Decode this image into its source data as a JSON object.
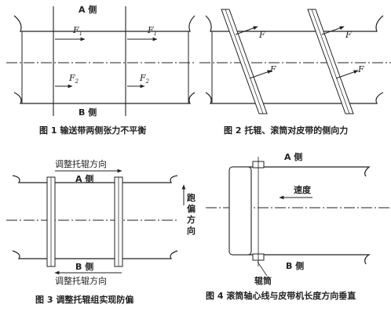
{
  "figures": [
    {
      "caption": "图 1  输送带两侧张力不平衡",
      "side_a": "A 侧",
      "side_b": "B 侧",
      "force_label": "F",
      "subscript_1": "1",
      "subscript_2": "2"
    },
    {
      "caption": "图 2  托辊、滚筒对皮带的侧向力",
      "force_label": "F"
    },
    {
      "caption": "图 3  调整托辊组实现防偏",
      "side_a": "A 侧",
      "side_b": "B 侧",
      "adjust_top": "调整托辊方向",
      "adjust_bottom": "调整托辊方向",
      "deviation_chars": [
        "跑",
        "偏",
        "方",
        "向"
      ]
    },
    {
      "caption": "图 4  滚筒轴心线与皮带机长度方向垂直",
      "side_a": "A 侧",
      "side_b": "B 侧",
      "speed": "速度",
      "drum": "辊筒"
    }
  ]
}
